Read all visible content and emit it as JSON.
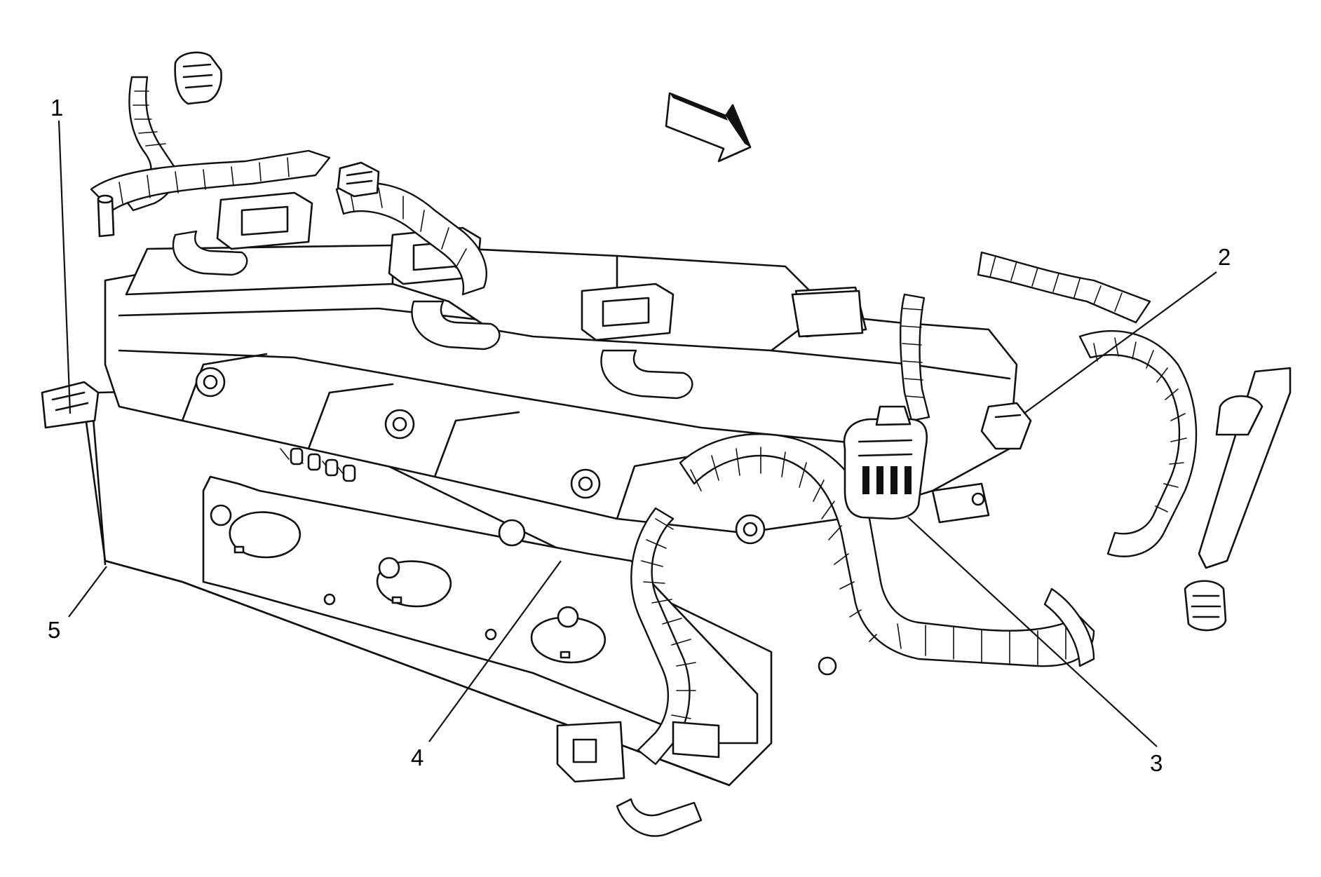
{
  "diagram": {
    "callouts": [
      {
        "id": "1",
        "label": "1"
      },
      {
        "id": "2",
        "label": "2"
      },
      {
        "id": "3",
        "label": "3"
      },
      {
        "id": "4",
        "label": "4"
      },
      {
        "id": "5",
        "label": "5"
      }
    ],
    "icons": [
      "direction-arrow-icon"
    ]
  }
}
